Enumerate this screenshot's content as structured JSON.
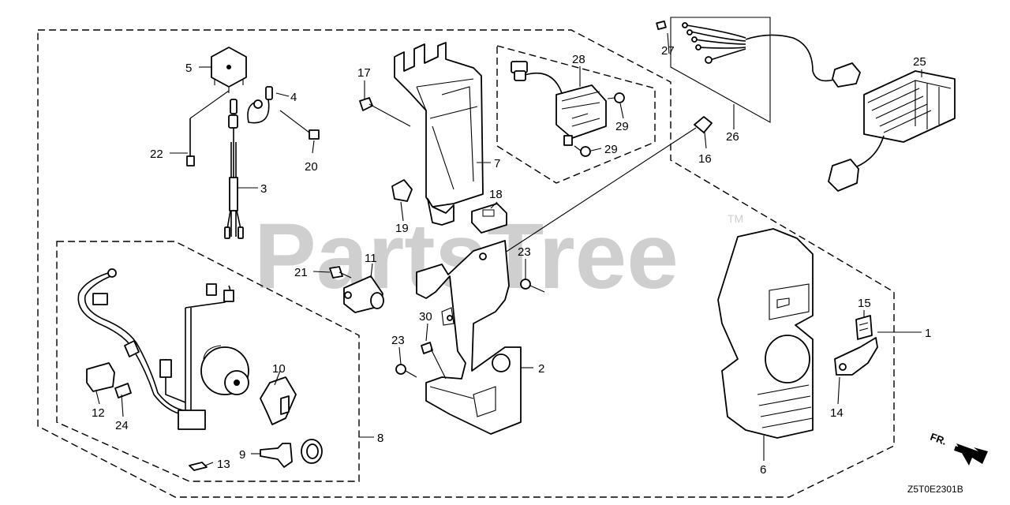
{
  "watermark": {
    "brand": "PartsTree",
    "trademark": "TM"
  },
  "diagram_code": "Z5T0E2301B",
  "direction_label": "FR.",
  "callouts": {
    "c1": "1",
    "c2": "2",
    "c3": "3",
    "c4": "4",
    "c5": "5",
    "c6": "6",
    "c7": "7",
    "c8": "8",
    "c9": "9",
    "c10": "10",
    "c11": "11",
    "c12": "12",
    "c13": "13",
    "c14": "14",
    "c15": "15",
    "c16": "16",
    "c17": "17",
    "c18": "18",
    "c19": "19",
    "c20": "20",
    "c21": "21",
    "c22": "22",
    "c23a": "23",
    "c23b": "23",
    "c24": "24",
    "c25": "25",
    "c26": "26",
    "c27": "27",
    "c28": "28",
    "c29a": "29",
    "c29b": "29",
    "c30": "30"
  }
}
